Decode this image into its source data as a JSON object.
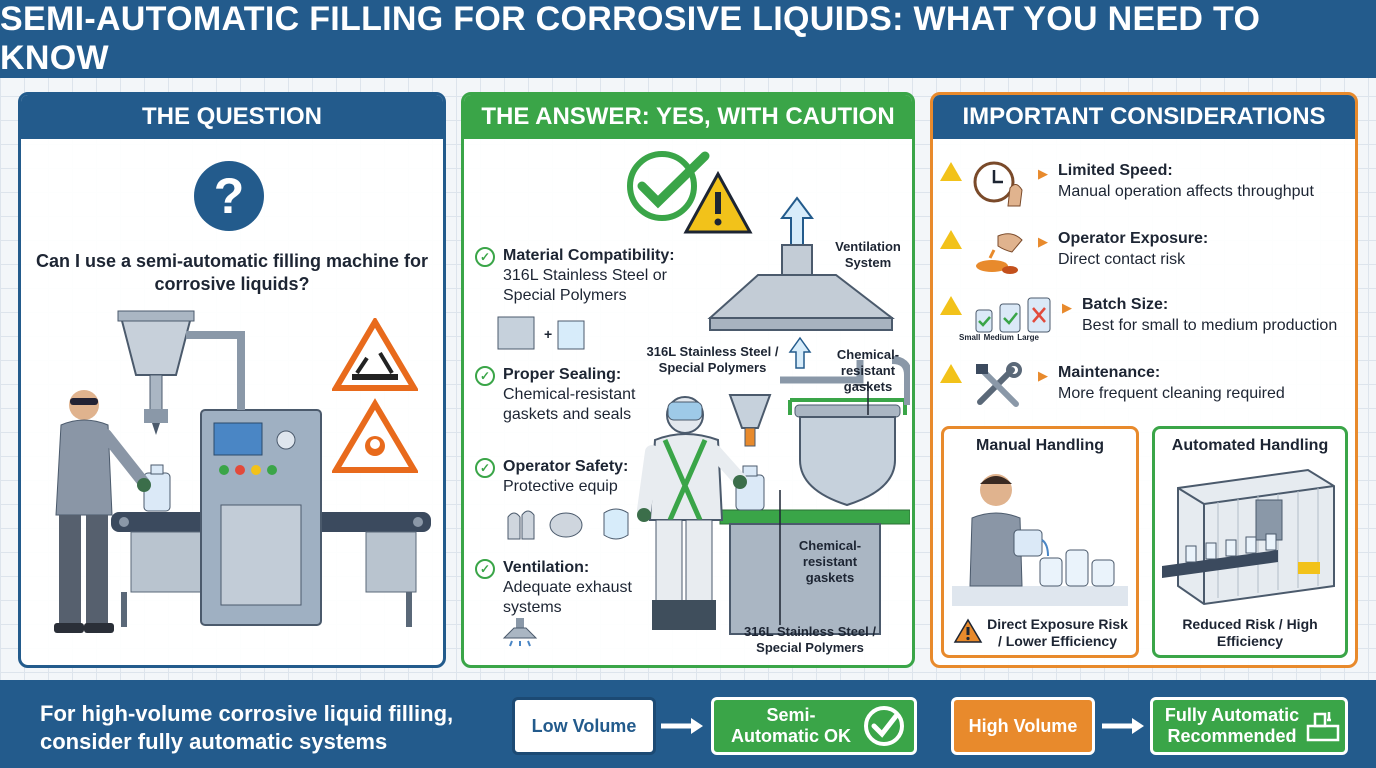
{
  "header": {
    "title": "SEMI-AUTOMATIC FILLING FOR CORROSIVE LIQUIDS: WHAT YOU NEED TO KNOW"
  },
  "question": {
    "title": "THE QUESTION",
    "text": "Can I use a semi-automatic filling machine for corrosive liquids?"
  },
  "answer": {
    "title": "THE ANSWER: YES, WITH CAUTION",
    "features": [
      {
        "heading": "Material Compatibility:",
        "detail": "316L Stainless Steel or Special Polymers"
      },
      {
        "heading": "Proper Sealing:",
        "detail": "Chemical-resistant gaskets and seals"
      },
      {
        "heading": "Operator Safety:",
        "detail": "Protective equip"
      },
      {
        "heading": "Ventilation:",
        "detail": "Adequate exhaust systems"
      }
    ],
    "labels": {
      "ventilation": "Ventilation System",
      "steel_top": "316L Stainless Steel / Special Polymers",
      "gaskets_top": "Chemical-resistant gaskets",
      "gaskets_mid": "Chemical-resistant gaskets",
      "steel_bottom": "316L Stainless Steel / Special Polymers"
    }
  },
  "considerations": {
    "title": "IMPORTANT CONSIDERATIONS",
    "items": [
      {
        "heading": "Limited Speed:",
        "detail": "Manual operation affects throughput",
        "icon": "clock-hand-icon"
      },
      {
        "heading": "Operator Exposure:",
        "detail": "Direct contact risk",
        "icon": "spill-hand-icon"
      },
      {
        "heading": "Batch Size:",
        "detail": "Best for small to medium production",
        "icon": "bottles-icon"
      },
      {
        "heading": "Maintenance:",
        "detail": "More frequent cleaning required",
        "icon": "tools-icon"
      }
    ],
    "bottle_sizes": [
      "Small",
      "Medium",
      "Large"
    ],
    "manual": {
      "title": "Manual Handling",
      "caption": "Direct Exposure Risk / Lower Efficiency"
    },
    "automated": {
      "title": "Automated Handling",
      "caption": "Reduced Risk / High Efficiency"
    }
  },
  "footer": {
    "text": "For high-volume corrosive liquid filling, consider fully automatic systems",
    "low_volume": "Low Volume",
    "semi_ok": "Semi-Automatic OK",
    "high_volume": "High Volume",
    "fully_auto": "Fully Automatic Recommended"
  },
  "colors": {
    "blue": "#235b8c",
    "green": "#3aa548",
    "orange": "#e88a2c",
    "yellow": "#f2c21a"
  }
}
